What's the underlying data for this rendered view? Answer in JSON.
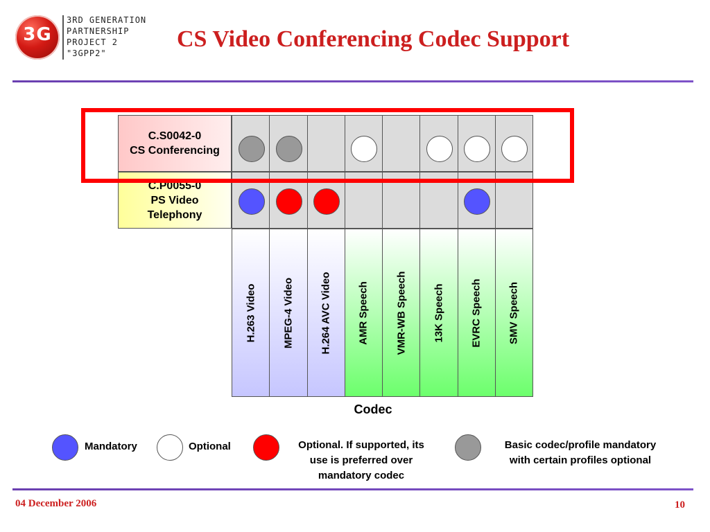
{
  "header": {
    "logo_mark": "3G",
    "logo_lines": [
      "3rd Generation",
      "Partnership",
      "Project 2",
      "\"3GPP2\""
    ],
    "title": "CS Video Conferencing Codec Support"
  },
  "table": {
    "rows": [
      {
        "label_lines": [
          "C.S0042-0",
          "CS Conferencing"
        ],
        "cells": [
          "gray",
          "gray",
          "",
          "white",
          "",
          "white",
          "white",
          "white"
        ]
      },
      {
        "label_lines": [
          "C.P0055-0",
          "PS Video",
          "Telephony"
        ],
        "cells": [
          "blue",
          "red",
          "red",
          "",
          "",
          "",
          "blue",
          ""
        ]
      }
    ],
    "codecs": [
      "H.263 Video",
      "MPEG-4 Video",
      "H.264 AVC Video",
      "AMR Speech",
      "VMR-WB Speech",
      "13K Speech",
      "EVRC Speech",
      "SMV Speech"
    ],
    "axis_label": "Codec"
  },
  "legend": {
    "mandatory": "Mandatory",
    "optional": "Optional",
    "preferred_lines": [
      "Optional. If supported, its",
      "use is preferred over",
      "mandatory codec"
    ],
    "basic_lines": [
      "Basic codec/profile mandatory",
      "with certain profiles optional"
    ]
  },
  "colors": {
    "mandatory": "#5454ff",
    "optional": "#ffffff",
    "preferred": "#ff0000",
    "basic": "#999999",
    "title": "#cc1f1f",
    "rule": "#6a3fb0"
  },
  "footer": {
    "date": "04 December 2006",
    "page": "10"
  }
}
